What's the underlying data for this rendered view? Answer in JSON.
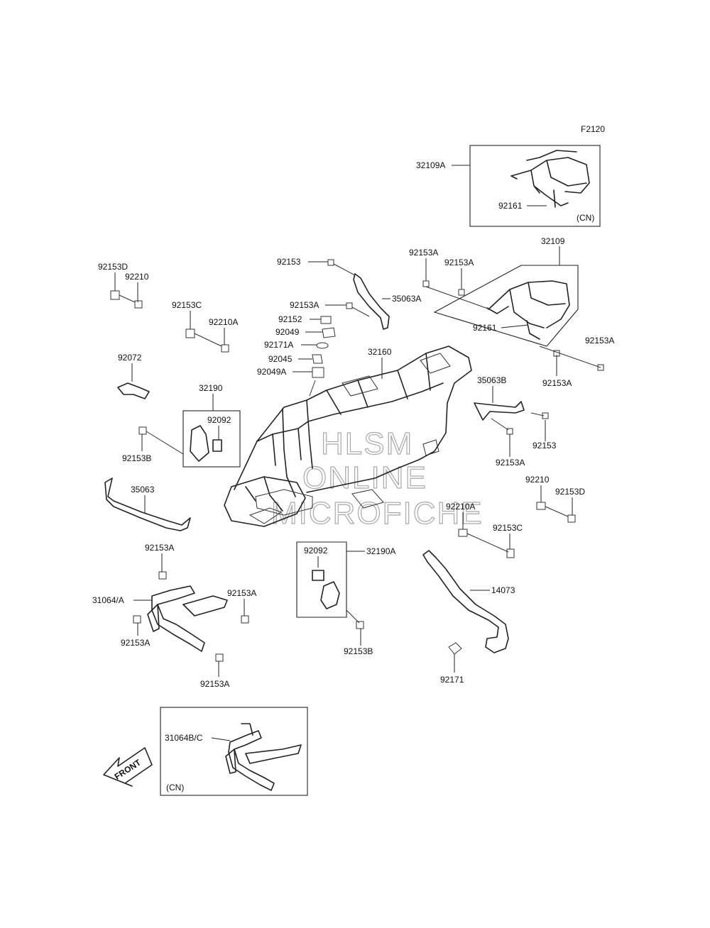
{
  "figure_code": "F2120",
  "watermark": [
    "HLSM",
    "ONLINE",
    "MICROFICHE"
  ],
  "variant_note": "(CN)",
  "front_arrow_label": "FRONT",
  "parts": {
    "p32109A": "32109A",
    "p92161_cn": "92161",
    "p32109": "32109",
    "p92153A_1": "92153A",
    "p92153A_2": "92153A",
    "p92161": "92161",
    "p92153A_3": "92153A",
    "p92153A_4": "92153A",
    "p92153_top": "92153",
    "p35063A": "35063A",
    "p92153A_top": "92153A",
    "p92152": "92152",
    "p92049": "92049",
    "p92171A": "92171A",
    "p92045": "92045",
    "p92049A": "92049A",
    "p32160": "32160",
    "p92153D_l": "92153D",
    "p92210_l": "92210",
    "p92153C_l": "92153C",
    "p92210A_l": "92210A",
    "p92072": "92072",
    "p32190": "32190",
    "p92092_a": "92092",
    "p92153B_l": "92153B",
    "p35063": "35063",
    "p35063B": "35063B",
    "p92153_r": "92153",
    "p92153A_r": "92153A",
    "p92210_r": "92210",
    "p92153D_r": "92153D",
    "p92210A_r": "92210A",
    "p92153C_r": "92153C",
    "p92092_b": "92092",
    "p32190A": "32190A",
    "p92153B_b": "92153B",
    "p14073": "14073",
    "p92171": "92171",
    "p92153A_s1": "92153A",
    "p31064A": "31064/A",
    "p92153A_s2": "92153A",
    "p92153A_s3": "92153A",
    "p92153A_s4": "92153A",
    "p31064BC": "31064B/C"
  }
}
